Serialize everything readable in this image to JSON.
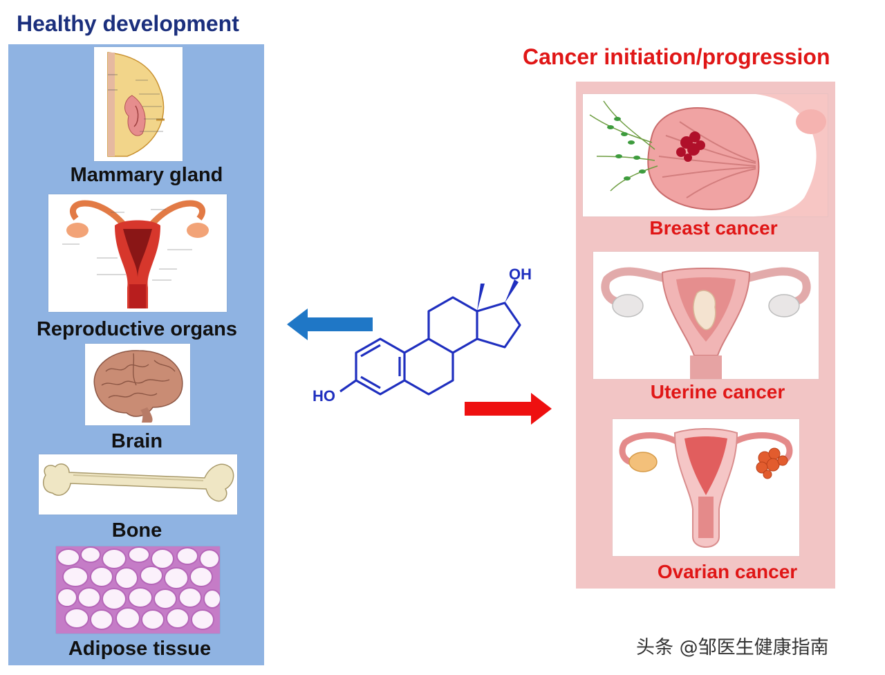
{
  "colors": {
    "left_heading": "#1b2f7d",
    "left_panel": "#8fb3e2",
    "right_heading": "#e01616",
    "right_panel": "#f2c5c5",
    "molecule": "#1f2fbf",
    "blue_arrow": "#1f77c6",
    "red_arrow": "#ee1010"
  },
  "left": {
    "heading": "Healthy development",
    "items": [
      {
        "label": "Mammary gland",
        "icon": "mammary-gland-illustration"
      },
      {
        "label": "Reproductive organs",
        "icon": "reproductive-organs-illustration"
      },
      {
        "label": "Brain",
        "icon": "brain-illustration"
      },
      {
        "label": "Bone",
        "icon": "bone-illustration"
      },
      {
        "label": "Adipose tissue",
        "icon": "adipose-tissue-micrograph"
      }
    ]
  },
  "right": {
    "heading": "Cancer initiation/progression",
    "items": [
      {
        "label": "Breast cancer",
        "icon": "breast-cancer-illustration"
      },
      {
        "label": "Uterine cancer",
        "icon": "uterine-cancer-illustration"
      },
      {
        "label": "Ovarian cancer",
        "icon": "ovarian-cancer-illustration"
      }
    ]
  },
  "molecule": {
    "oh_top": "OH",
    "ho_left": "HO",
    "icon": "estradiol-structure"
  },
  "watermark": "头条 @邹医生健康指南"
}
